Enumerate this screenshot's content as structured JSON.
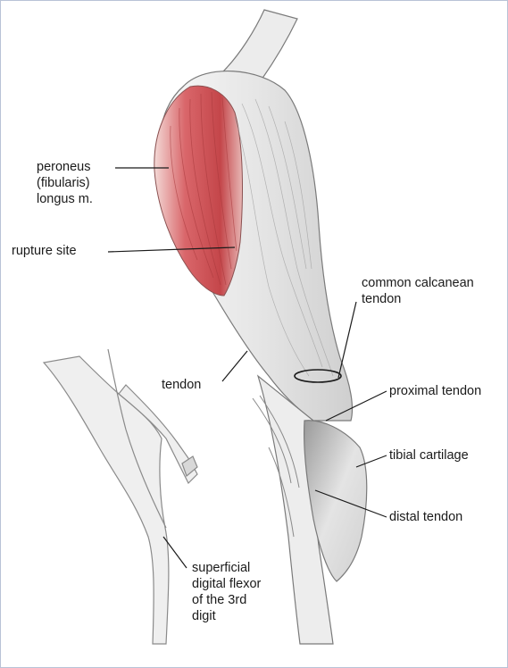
{
  "labels": {
    "peroneus": "peroneus\n(fibularis)\nlongus m.",
    "rupture_site": "rupture site",
    "tendon": "tendon",
    "common_calcanean": "common calcanean\ntendon",
    "proximal_tendon": "proximal tendon",
    "tibial_cartilage": "tibial cartilage",
    "distal_tendon": "distal tendon",
    "superficial_flexor": "superficial\ndigital flexor\nof the 3rd\ndigit"
  },
  "colors": {
    "muscle_red": "#c9484a",
    "tendon_fill": "#ececec",
    "outline": "#7a7a7a",
    "leader": "#1a1a1a",
    "frame_border": "#b9c3d6"
  }
}
